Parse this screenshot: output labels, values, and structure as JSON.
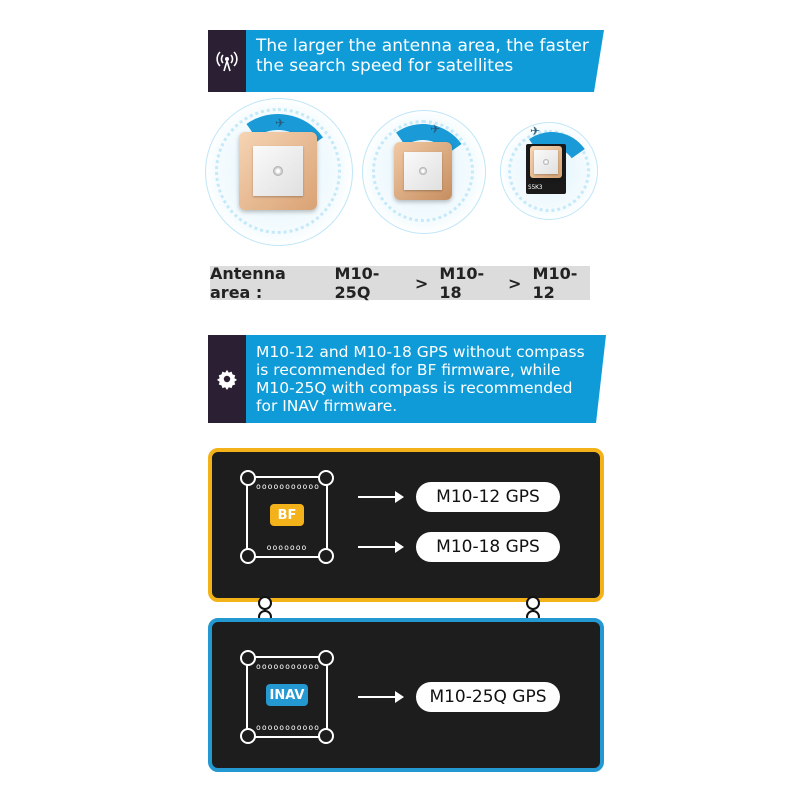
{
  "banner_top": {
    "icon": "antenna-signal-icon",
    "line1": "The larger the antenna area, the faster",
    "line2": "the search speed for satellites"
  },
  "area_bar": {
    "label": "Antenna area :",
    "m1": "M10-25Q",
    "gt1": ">",
    "m2": "M10-18",
    "gt2": ">",
    "m3": "M10-12"
  },
  "banner_mid": {
    "icon": "gear-icon",
    "line1": "M10-12 and M10-18 GPS without compass",
    "line2": "is recommended for BF firmware, while",
    "line3": "M10-25Q with compass is recommended",
    "line4": "for INAV firmware."
  },
  "bf_panel": {
    "chip": "BF",
    "gps1": "M10-12 GPS",
    "gps2": "M10-18 GPS",
    "holes_top": "ooooooooooo",
    "holes_bottom": "ooooooo"
  },
  "inav_panel": {
    "chip": "INAV",
    "gps1": "M10-25Q GPS",
    "holes_top": "ooooooooooo",
    "holes_bottom": "ooooooooooo"
  },
  "module_label": "S5K3",
  "colors": {
    "accent_blue": "#0e9bd8",
    "accent_gold": "#f4b21a",
    "dark": "#2a1f33"
  }
}
